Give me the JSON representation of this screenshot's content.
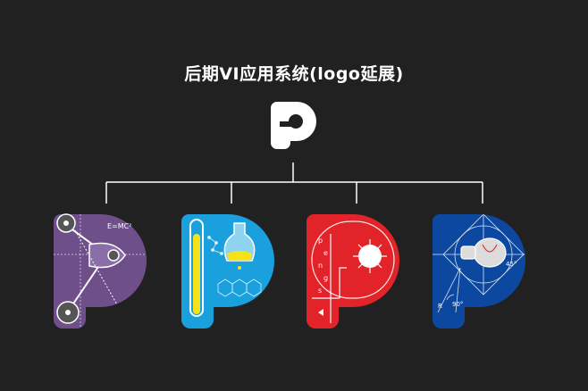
{
  "title": "后期VI应用系统(logo延展)",
  "colors": {
    "background": "#222121",
    "purple": "#6e4f8a",
    "cyan": "#1aa0dd",
    "red": "#e2232a",
    "blue": "#0d48a0",
    "white": "#ffffff"
  },
  "variants": [
    {
      "theme": "mechanics",
      "labels": [
        "E=MC²"
      ]
    },
    {
      "theme": "chemistry",
      "labels": []
    },
    {
      "theme": "typography",
      "labels": [
        "p",
        "e",
        "n",
        "g",
        "s"
      ]
    },
    {
      "theme": "geometry",
      "labels": [
        "45°",
        "R",
        "90°"
      ]
    }
  ],
  "icons": [
    "p-logo-icon",
    "gear-icon",
    "flask-icon",
    "test-tube-icon",
    "sun-icon",
    "bulb-icon"
  ]
}
